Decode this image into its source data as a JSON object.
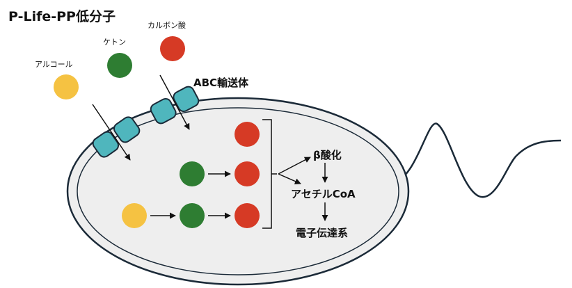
{
  "title": "P-Life-PP低分子",
  "molecules": {
    "alcohol": {
      "label": "アルコール",
      "color": "#F5C242"
    },
    "ketone": {
      "label": "ケトン",
      "color": "#2E7D32"
    },
    "carboxylic_acid": {
      "label": "カルボン酸",
      "color": "#D63A25"
    }
  },
  "transporter_label": "ABC輸送体",
  "pathway": {
    "beta_oxidation": "β酸化",
    "acetyl_coa": "アセチルCoA",
    "electron_transport": "電子伝達系"
  },
  "colors": {
    "cell_fill": "#EEEEEE",
    "outline": "#1B2A38",
    "transporter": "#4FB6BD"
  }
}
